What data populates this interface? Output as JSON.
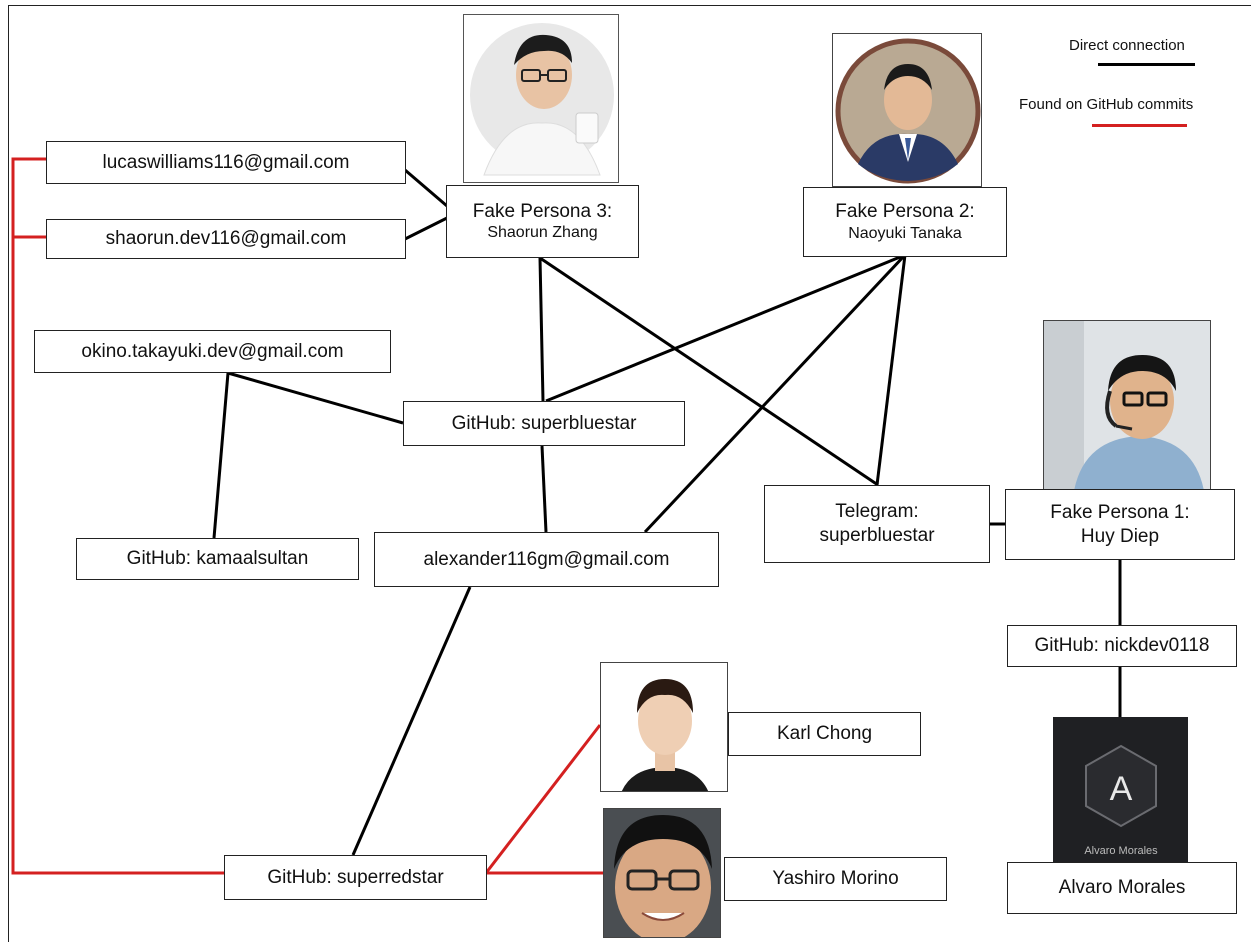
{
  "legend": {
    "direct": {
      "label": "Direct connection",
      "color": "#000000"
    },
    "github": {
      "label": "Found on GitHub commits",
      "color": "#d42020"
    }
  },
  "nodes": {
    "lucas_email": "lucaswilliams116@gmail.com",
    "shaorun_email": "shaorun.dev116@gmail.com",
    "okino_email": "okino.takayuki.dev@gmail.com",
    "persona3": {
      "title": "Fake Persona 3:",
      "name": "Shaorun Zhang"
    },
    "persona2": {
      "title": "Fake Persona 2:",
      "name": "Naoyuki Tanaka"
    },
    "persona1": {
      "title": "Fake Persona 1:",
      "name": "Huy Diep"
    },
    "github_superbluestar": "GitHub: superbluestar",
    "github_kamaalsultan": "GitHub: kamaalsultan",
    "alexander_email": "alexander116gm@gmail.com",
    "telegram": {
      "line1": "Telegram:",
      "line2": "superbluestar"
    },
    "github_nickdev": "GitHub: nickdev0118",
    "karl": "Karl Chong",
    "yashiro": "Yashiro Morino",
    "github_superredstar": "GitHub: superredstar",
    "alvaro": "Alvaro Morales",
    "alvaro_logo_letter": "A",
    "alvaro_logo_caption": "Alvaro Morales"
  },
  "photos": [
    "persona3-photo",
    "persona2-photo",
    "persona1-photo",
    "karl-photo",
    "yashiro-photo",
    "alvaro-logo"
  ]
}
